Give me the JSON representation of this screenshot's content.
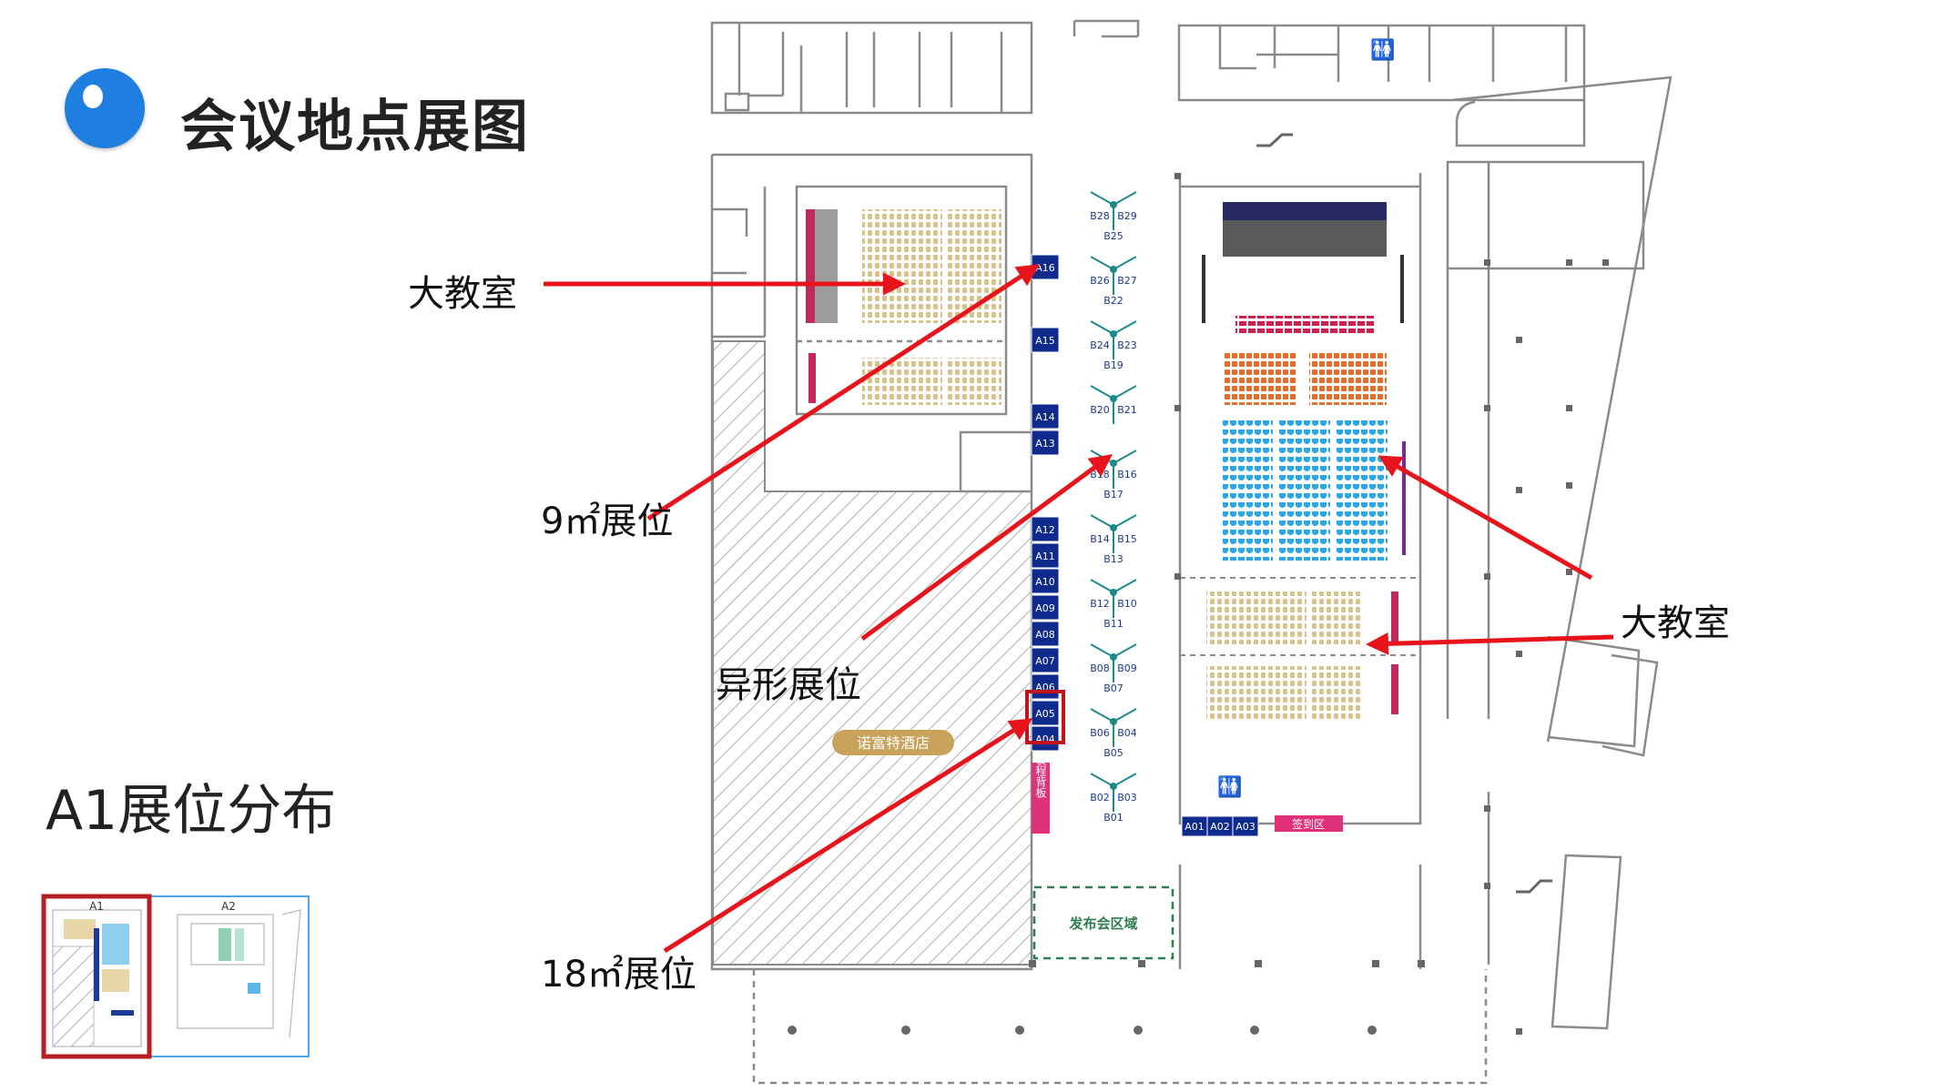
{
  "header": {
    "title": "会议地点展图"
  },
  "thumbnail_section": {
    "title": "A1展位分布",
    "panels": [
      "A1",
      "A2"
    ]
  },
  "callouts": {
    "classroom_top": "大教室",
    "booth_9": "9㎡展位",
    "irregular": "异形展位",
    "booth_18": "18㎡展位",
    "classroom_right": "大教室"
  },
  "floorplan": {
    "booths_a_left": [
      "A16",
      "A15",
      "A14",
      "A13",
      "A12",
      "A11",
      "A10",
      "A09",
      "A08",
      "A07",
      "A06",
      "A05",
      "A04"
    ],
    "booths_a_bottom": [
      "A01",
      "A02",
      "A03"
    ],
    "booths_b": [
      [
        "B28",
        "B29",
        "B25"
      ],
      [
        "B26",
        "B27",
        "B22"
      ],
      [
        "B24",
        "B23",
        "B19"
      ],
      [
        "B20",
        "B21",
        ""
      ],
      [
        "B18",
        "B16",
        "B17"
      ],
      [
        "B14",
        "B15",
        "B13"
      ],
      [
        "B12",
        "B10",
        "B11"
      ],
      [
        "B08",
        "B09",
        "B07"
      ],
      [
        "B06",
        "B04",
        "B05"
      ],
      [
        "B02",
        "B03",
        "B01"
      ]
    ],
    "hotel": "诺富特酒店",
    "agenda_board": "议程背板",
    "signin": "签到区",
    "launch_area": "发布会区域"
  },
  "colors": {
    "accent_blue": "#1f7fe0",
    "booth_navy": "#0e2a8c",
    "arrow_red": "#e8141b",
    "seat_tan": "#d9c08a",
    "seat_blue": "#2aa7e8",
    "seat_orange": "#ea6a2a",
    "seat_red": "#d61c4c",
    "magenta": "#d8237a",
    "launch_green": "#2e7d4f"
  }
}
